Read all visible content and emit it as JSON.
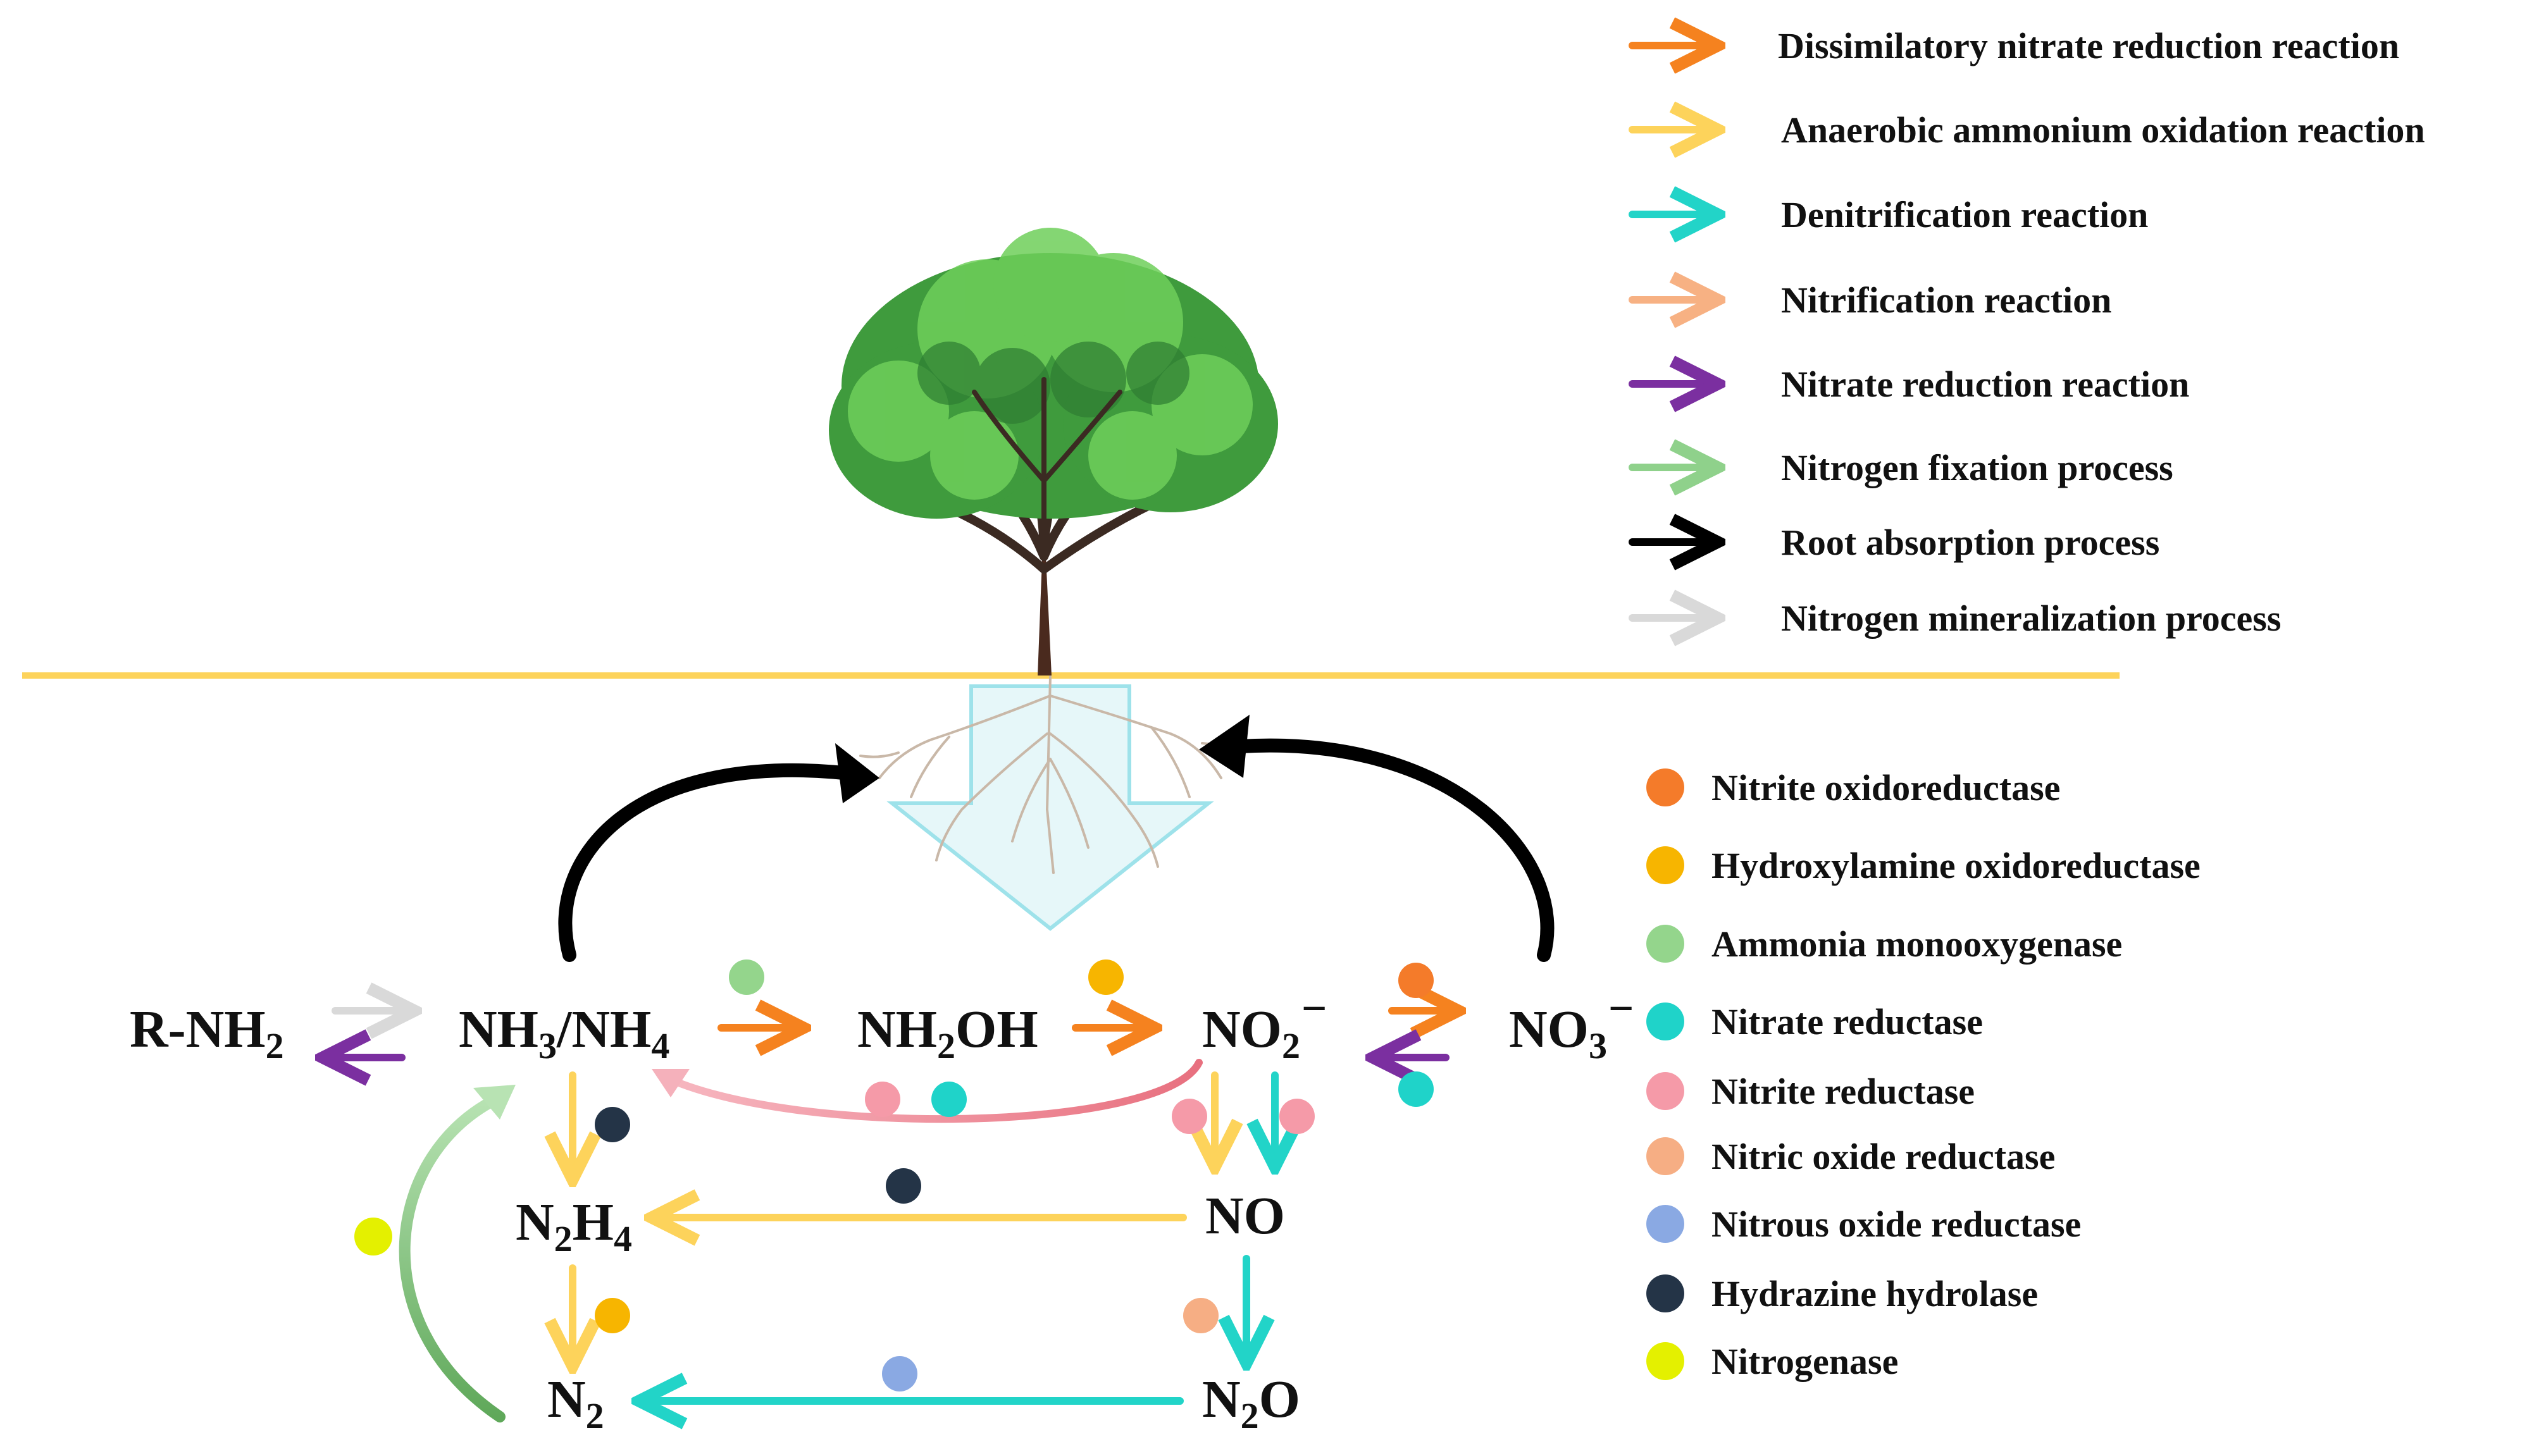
{
  "legend_reactions": [
    {
      "label": "Dissimilatory nitrate reduction reaction",
      "color": "#f5821f"
    },
    {
      "label": "Anaerobic ammonium oxidation reaction",
      "color": "#fdd35b"
    },
    {
      "label": "Denitrification reaction",
      "color": "#22d4c8"
    },
    {
      "label": "Nitrification reaction",
      "color": "#f7b183"
    },
    {
      "label": "Nitrate reduction reaction",
      "color": "#7b2fa0"
    },
    {
      "label": "Nitrogen fixation process",
      "color": "#8fd18b"
    },
    {
      "label": "Root absorption process",
      "color": "#000000"
    },
    {
      "label": "Nitrogen mineralization process",
      "color": "#d9d9d9"
    }
  ],
  "legend_enzymes": [
    {
      "label": "Nitrite oxidoreductase",
      "color": "#f47b2a"
    },
    {
      "label": "Hydroxylamine oxidoreductase",
      "color": "#f7b500"
    },
    {
      "label": "Ammonia monooxygenase",
      "color": "#94d58c"
    },
    {
      "label": "Nitrate reductase",
      "color": "#1fd3c9"
    },
    {
      "label": "Nitrite reductase",
      "color": "#f59aa8"
    },
    {
      "label": "Nitric oxide reductase",
      "color": "#f6ae84"
    },
    {
      "label": "Nitrous oxide reductase",
      "color": "#8aa9e3"
    },
    {
      "label": "Hydrazine hydrolase",
      "color": "#243447"
    },
    {
      "label": "Nitrogenase",
      "color": "#e4f000"
    }
  ],
  "species": {
    "rnh2": {
      "main": "R-NH",
      "sub": "2",
      "tail": ""
    },
    "nh3nh4": {
      "pre": "NH",
      "sub1": "3",
      "mid": "/NH",
      "sub2": "4"
    },
    "nh2oh": {
      "pre": "NH",
      "sub": "2",
      "tail": "OH"
    },
    "no2": {
      "pre": "NO",
      "sub": "2",
      "tail": "⁻"
    },
    "no3": {
      "pre": "NO",
      "sub": "3",
      "tail": "⁻"
    },
    "n2h4": {
      "pre": "N",
      "sub1": "2",
      "mid": "H",
      "sub2": "4"
    },
    "no": {
      "label": "NO"
    },
    "n2": {
      "pre": "N",
      "sub": "2"
    },
    "n2o": {
      "pre": "N",
      "sub": "2",
      "tail": "O"
    }
  },
  "colors": {
    "soil_line": "#fdd35b",
    "orange": "#f5821f",
    "yellow": "#fdd35b",
    "teal": "#22d4c8",
    "purple": "#7b2fa0",
    "green": "#8fd18b",
    "gray": "#d9d9d9",
    "pink": "#f29aa6",
    "black": "#000000",
    "root_arrow_fill": "#e6f7f9",
    "root_arrow_stroke": "#9ee2ea"
  },
  "icons": {
    "tree": "tree-icon",
    "roots": "roots-icon"
  }
}
